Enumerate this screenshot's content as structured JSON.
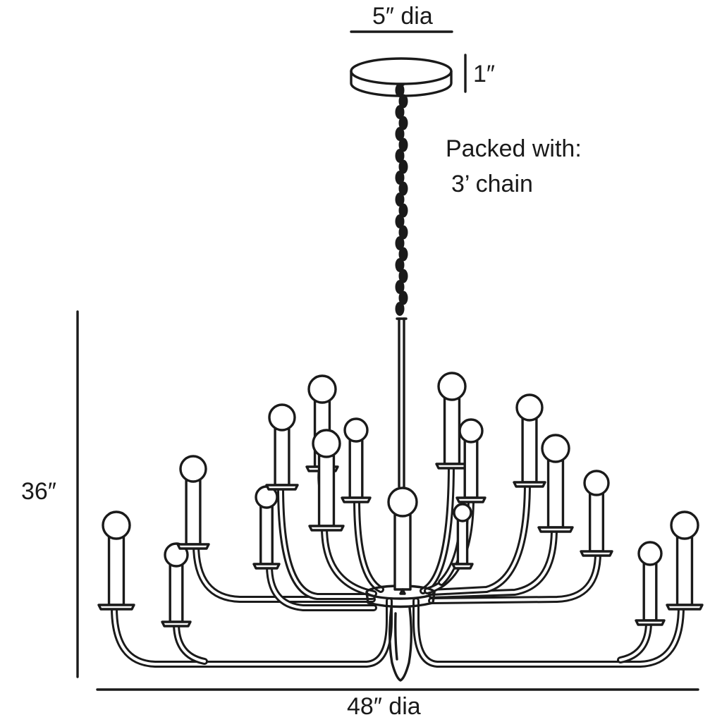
{
  "diagram": {
    "subject": "chandelier dimension drawing",
    "labels": {
      "canopy_diameter": "5″ dia",
      "canopy_height": "1″",
      "packed_with": "Packed with:",
      "chain": "3’ chain",
      "overall_height": "36″",
      "overall_width": "48″ dia"
    },
    "colors": {
      "line": "#1a1a1a",
      "background": "#ffffff"
    }
  }
}
